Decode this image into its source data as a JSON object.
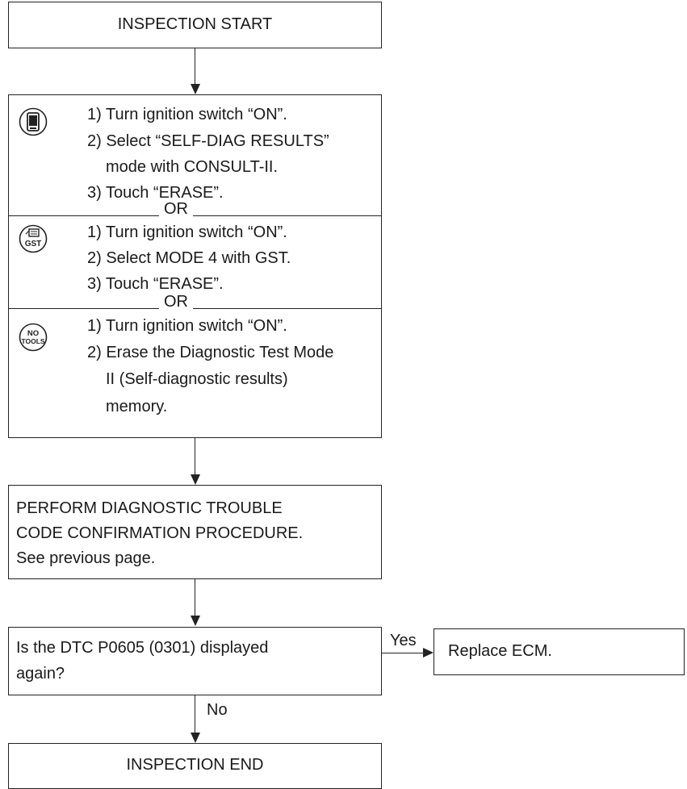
{
  "start": {
    "label": "INSPECTION START"
  },
  "erase_box": {
    "consult": {
      "icon": "consult-tester-icon",
      "lines": [
        "1) Turn ignition switch “ON”.",
        "2) Select “SELF-DIAG RESULTS”",
        "mode with CONSULT-II.",
        "3) Touch “ERASE”."
      ]
    },
    "separator1": "OR",
    "gst": {
      "icon": "gst-icon",
      "icon_text": "GST",
      "lines": [
        "1) Turn ignition switch “ON”.",
        "2) Select MODE 4 with GST.",
        "3) Touch “ERASE”."
      ]
    },
    "separator2": "OR",
    "no_tools": {
      "icon": "no-tools-icon",
      "icon_text_top": "NO",
      "icon_text_bottom": "TOOLS",
      "lines": [
        "1) Turn ignition switch “ON”.",
        "2) Erase the Diagnostic Test Mode",
        "II (Self-diagnostic results)",
        "memory."
      ]
    }
  },
  "perform": {
    "lines": [
      "PERFORM DIAGNOSTIC TROUBLE",
      "CODE CONFIRMATION PROCEDURE.",
      "See previous page."
    ]
  },
  "decision": {
    "lines": [
      "Is the DTC P0605 (0301) displayed",
      "again?"
    ],
    "yes_label": "Yes",
    "no_label": "No"
  },
  "replace": {
    "label": "Replace ECM."
  },
  "end": {
    "label": "INSPECTION END"
  }
}
